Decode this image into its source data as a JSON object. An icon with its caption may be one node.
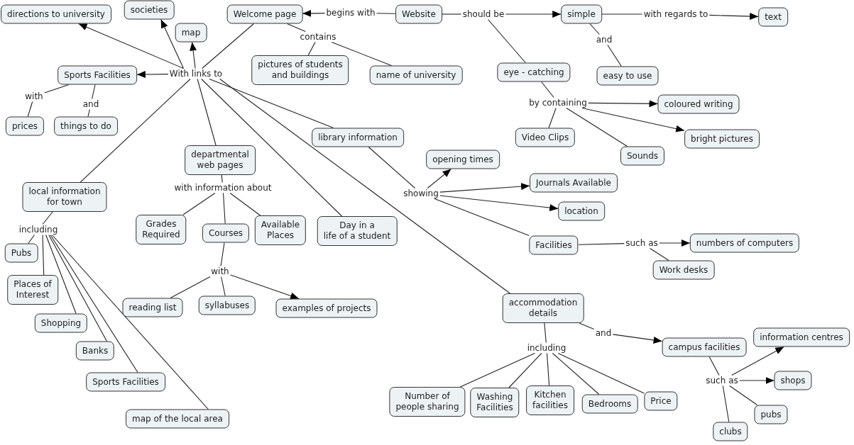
{
  "diagram": {
    "nodes": [
      {
        "text": [
          "Website"
        ]
      },
      {
        "text": [
          "begins with"
        ]
      },
      {
        "text": [
          "Welcome page"
        ]
      },
      {
        "text": [
          "contains"
        ]
      },
      {
        "text": [
          "pictures of students and buildings"
        ]
      },
      {
        "text": [
          "name of university"
        ]
      },
      {
        "text": [
          "should be"
        ]
      },
      {
        "text": [
          "simple"
        ]
      },
      {
        "text": [
          "with regards to"
        ]
      },
      {
        "text": [
          "text"
        ]
      },
      {
        "text": [
          "and"
        ]
      },
      {
        "text": [
          "easy to use"
        ]
      },
      {
        "text": [
          "eye - catching"
        ]
      },
      {
        "text": [
          "by containing"
        ]
      },
      {
        "text": [
          "coloured writing"
        ]
      },
      {
        "text": [
          "bright pictures"
        ]
      },
      {
        "text": [
          "Video Clips"
        ]
      },
      {
        "text": [
          "Sounds"
        ]
      },
      {
        "text": [
          "With links to"
        ]
      },
      {
        "text": [
          "directions to university"
        ]
      },
      {
        "text": [
          "societies"
        ]
      },
      {
        "text": [
          "map"
        ]
      },
      {
        "text": [
          "Sports Facilities"
        ]
      },
      {
        "text": [
          "with"
        ]
      },
      {
        "text": [
          "prices"
        ]
      },
      {
        "text": [
          "and"
        ]
      },
      {
        "text": [
          "things to do"
        ]
      },
      {
        "text": [
          "local information for town"
        ]
      },
      {
        "text": [
          "including"
        ]
      },
      {
        "text": [
          "Pubs"
        ]
      },
      {
        "text": [
          "Places of Interest"
        ]
      },
      {
        "text": [
          "Shopping"
        ]
      },
      {
        "text": [
          "Banks"
        ]
      },
      {
        "text": [
          "Sports Facilities"
        ]
      },
      {
        "text": [
          "map of the local area"
        ]
      },
      {
        "text": [
          "departmental web pages"
        ]
      },
      {
        "text": [
          "with information about"
        ]
      },
      {
        "text": [
          "Grades Required"
        ]
      },
      {
        "text": [
          "Courses"
        ]
      },
      {
        "text": [
          "Available Places"
        ]
      },
      {
        "text": [
          "with"
        ]
      },
      {
        "text": [
          "reading list"
        ]
      },
      {
        "text": [
          "syllabuses"
        ]
      },
      {
        "text": [
          "examples of projects"
        ]
      },
      {
        "text": [
          "Day in a life of a student"
        ]
      },
      {
        "text": [
          "library information"
        ]
      },
      {
        "text": [
          "showing"
        ]
      },
      {
        "text": [
          "opening times"
        ]
      },
      {
        "text": [
          "Journals Available"
        ]
      },
      {
        "text": [
          "location"
        ]
      },
      {
        "text": [
          "Facilities"
        ]
      },
      {
        "text": [
          "such as"
        ]
      },
      {
        "text": [
          "numbers of computers"
        ]
      },
      {
        "text": [
          "Work desks"
        ]
      },
      {
        "text": [
          "accommodation details"
        ]
      },
      {
        "text": [
          "and"
        ]
      },
      {
        "text": [
          "campus facilities"
        ]
      },
      {
        "text": [
          "including"
        ]
      },
      {
        "text": [
          "Number of people sharing"
        ]
      },
      {
        "text": [
          "Washing Facilities"
        ]
      },
      {
        "text": [
          "Kitchen facilities"
        ]
      },
      {
        "text": [
          "Bedrooms"
        ]
      },
      {
        "text": [
          "Price"
        ]
      },
      {
        "text": [
          "such as"
        ]
      },
      {
        "text": [
          "information centres"
        ]
      },
      {
        "text": [
          "shops"
        ]
      },
      {
        "text": [
          "pubs"
        ]
      },
      {
        "text": [
          "clubs"
        ]
      }
    ],
    "edges": [
      {
        "from": 0,
        "to": 1,
        "arrow": "none"
      },
      {
        "from": 1,
        "to": 2,
        "arrow": "to"
      },
      {
        "from": 2,
        "to": 3,
        "arrow": "none"
      },
      {
        "from": 3,
        "to": 4,
        "arrow": "none"
      },
      {
        "from": 3,
        "to": 5,
        "arrow": "none"
      },
      {
        "from": 0,
        "to": 6,
        "arrow": "none"
      },
      {
        "from": 6,
        "to": 7,
        "arrow": "to"
      },
      {
        "from": 6,
        "to": 12,
        "arrow": "none"
      },
      {
        "from": 7,
        "to": 8,
        "arrow": "none"
      },
      {
        "from": 8,
        "to": 9,
        "arrow": "to"
      },
      {
        "from": 7,
        "to": 10,
        "arrow": "none"
      },
      {
        "from": 10,
        "to": 11,
        "arrow": "none"
      },
      {
        "from": 12,
        "to": 13,
        "arrow": "none"
      },
      {
        "from": 13,
        "to": 14,
        "arrow": "to"
      },
      {
        "from": 13,
        "to": 15,
        "arrow": "to"
      },
      {
        "from": 13,
        "to": 16,
        "arrow": "none"
      },
      {
        "from": 13,
        "to": 17,
        "arrow": "none"
      },
      {
        "from": 2,
        "to": 18,
        "arrow": "none"
      },
      {
        "from": 18,
        "to": 19,
        "arrow": "to"
      },
      {
        "from": 18,
        "to": 20,
        "arrow": "to"
      },
      {
        "from": 18,
        "to": 21,
        "arrow": "to"
      },
      {
        "from": 18,
        "to": 22,
        "arrow": "to"
      },
      {
        "from": 22,
        "to": 23,
        "arrow": "none"
      },
      {
        "from": 23,
        "to": 24,
        "arrow": "none"
      },
      {
        "from": 22,
        "to": 25,
        "arrow": "none"
      },
      {
        "from": 25,
        "to": 26,
        "arrow": "none"
      },
      {
        "from": 18,
        "to": 27,
        "arrow": "none"
      },
      {
        "from": 27,
        "to": 28,
        "arrow": "none"
      },
      {
        "from": 28,
        "to": 29,
        "arrow": "none"
      },
      {
        "from": 28,
        "to": 30,
        "arrow": "none"
      },
      {
        "from": 28,
        "to": 31,
        "arrow": "none"
      },
      {
        "from": 28,
        "to": 32,
        "arrow": "none"
      },
      {
        "from": 28,
        "to": 33,
        "arrow": "none"
      },
      {
        "from": 28,
        "to": 34,
        "arrow": "none"
      },
      {
        "from": 18,
        "to": 35,
        "arrow": "none"
      },
      {
        "from": 35,
        "to": 36,
        "arrow": "none"
      },
      {
        "from": 36,
        "to": 37,
        "arrow": "none"
      },
      {
        "from": 36,
        "to": 38,
        "arrow": "none"
      },
      {
        "from": 36,
        "to": 39,
        "arrow": "none"
      },
      {
        "from": 38,
        "to": 40,
        "arrow": "none"
      },
      {
        "from": 40,
        "to": 41,
        "arrow": "none"
      },
      {
        "from": 40,
        "to": 42,
        "arrow": "none"
      },
      {
        "from": 40,
        "to": 43,
        "arrow": "to"
      },
      {
        "from": 18,
        "to": 44,
        "arrow": "none"
      },
      {
        "from": 18,
        "to": 45,
        "arrow": "none"
      },
      {
        "from": 45,
        "to": 46,
        "arrow": "none"
      },
      {
        "from": 46,
        "to": 47,
        "arrow": "to"
      },
      {
        "from": 46,
        "to": 48,
        "arrow": "to"
      },
      {
        "from": 46,
        "to": 49,
        "arrow": "to"
      },
      {
        "from": 46,
        "to": 50,
        "arrow": "none"
      },
      {
        "from": 50,
        "to": 51,
        "arrow": "none"
      },
      {
        "from": 51,
        "to": 52,
        "arrow": "to"
      },
      {
        "from": 51,
        "to": 53,
        "arrow": "none"
      },
      {
        "from": 18,
        "to": 54,
        "arrow": "none"
      },
      {
        "from": 54,
        "to": 55,
        "arrow": "none"
      },
      {
        "from": 55,
        "to": 56,
        "arrow": "to"
      },
      {
        "from": 54,
        "to": 57,
        "arrow": "none"
      },
      {
        "from": 57,
        "to": 58,
        "arrow": "none"
      },
      {
        "from": 57,
        "to": 59,
        "arrow": "none"
      },
      {
        "from": 57,
        "to": 60,
        "arrow": "none"
      },
      {
        "from": 57,
        "to": 61,
        "arrow": "none"
      },
      {
        "from": 57,
        "to": 62,
        "arrow": "none"
      },
      {
        "from": 56,
        "to": 63,
        "arrow": "none"
      },
      {
        "from": 63,
        "to": 64,
        "arrow": "to"
      },
      {
        "from": 63,
        "to": 65,
        "arrow": "to"
      },
      {
        "from": 63,
        "to": 66,
        "arrow": "none"
      },
      {
        "from": 63,
        "to": 67,
        "arrow": "none"
      }
    ]
  }
}
